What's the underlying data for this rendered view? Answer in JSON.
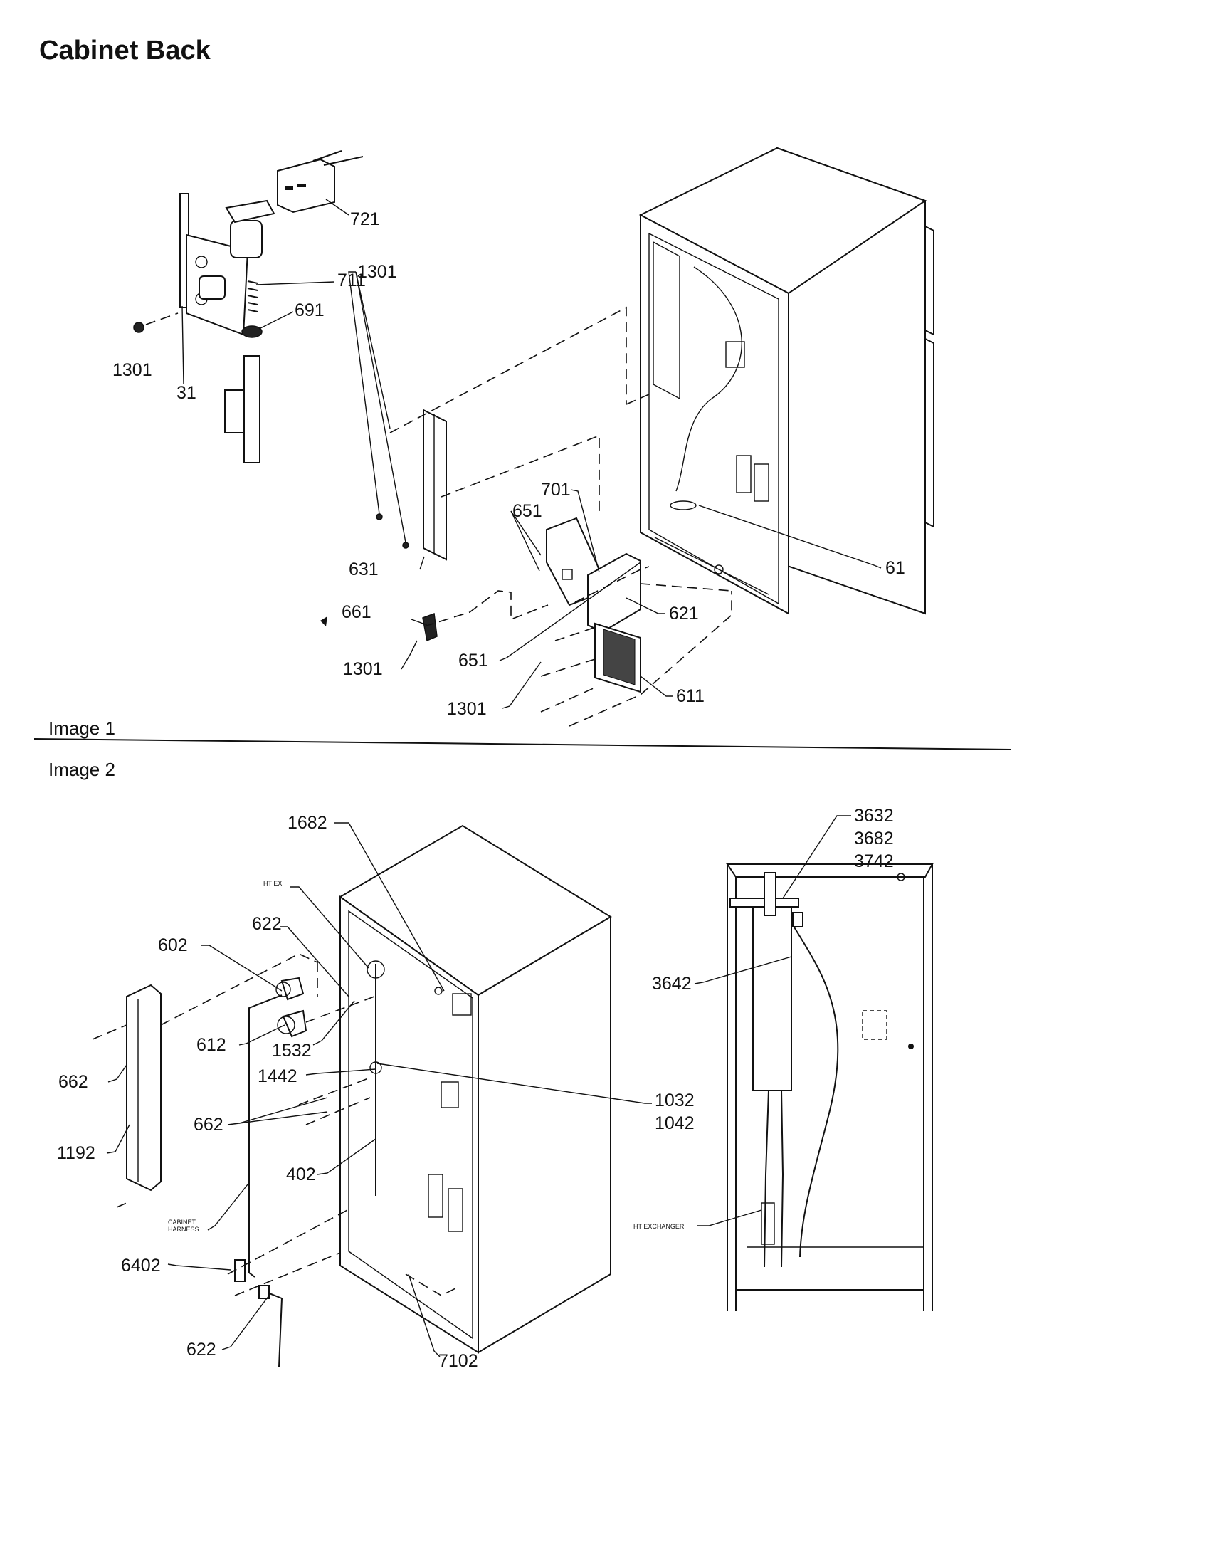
{
  "page": {
    "title": "Cabinet Back",
    "image1_label": "Image 1",
    "image2_label": "Image 2"
  },
  "image1": {
    "callouts": [
      "721",
      "711",
      "691",
      "1301",
      "31",
      "1301",
      "701",
      "651",
      "631",
      "61",
      "621",
      "661",
      "651",
      "1301",
      "1301",
      "611"
    ]
  },
  "image2": {
    "callouts": [
      "1682",
      "3632",
      "3682",
      "3742",
      "622",
      "602",
      "3642",
      "612",
      "1532",
      "1442",
      "662",
      "1032",
      "1042",
      "662",
      "1192",
      "402",
      "6402",
      "622",
      "7102"
    ],
    "small_labels": [
      "HT EX",
      "CABINET",
      "HARNESS",
      "HT EXCHANGER"
    ]
  }
}
